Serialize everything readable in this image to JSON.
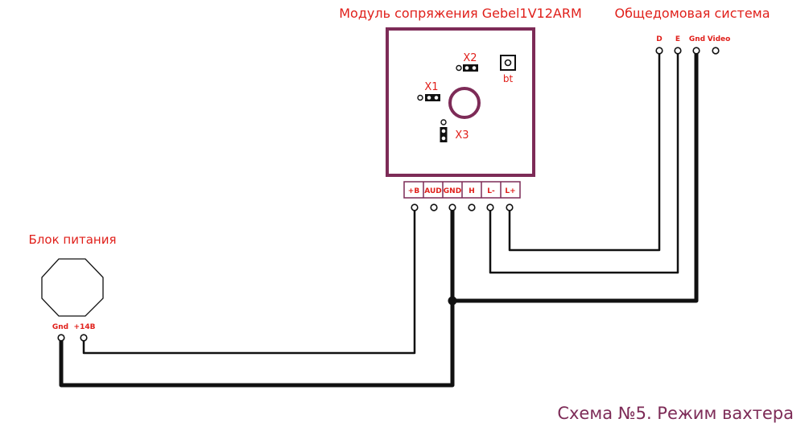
{
  "module": {
    "title": "Модуль сопряжения Gebel1V12ARM",
    "jumpers": {
      "x1": "X1",
      "x2": "X2",
      "x3": "X3"
    },
    "button_label": "bt",
    "terminals": [
      "+В",
      "AUD",
      "GND",
      "H",
      "L-",
      "L+"
    ]
  },
  "intercom": {
    "title": "Общедомовая система",
    "terminals": [
      "D",
      "E",
      "Gnd",
      "Video"
    ]
  },
  "power_supply": {
    "title": "Блок питания",
    "terminals": [
      "Gnd",
      "+14В"
    ]
  },
  "caption": "Схема №5. Режим вахтера",
  "colors": {
    "module_border": "#7d2b57",
    "label_red": "#e0201b",
    "caption_purple": "#7d2b57",
    "wire": "#111111"
  }
}
